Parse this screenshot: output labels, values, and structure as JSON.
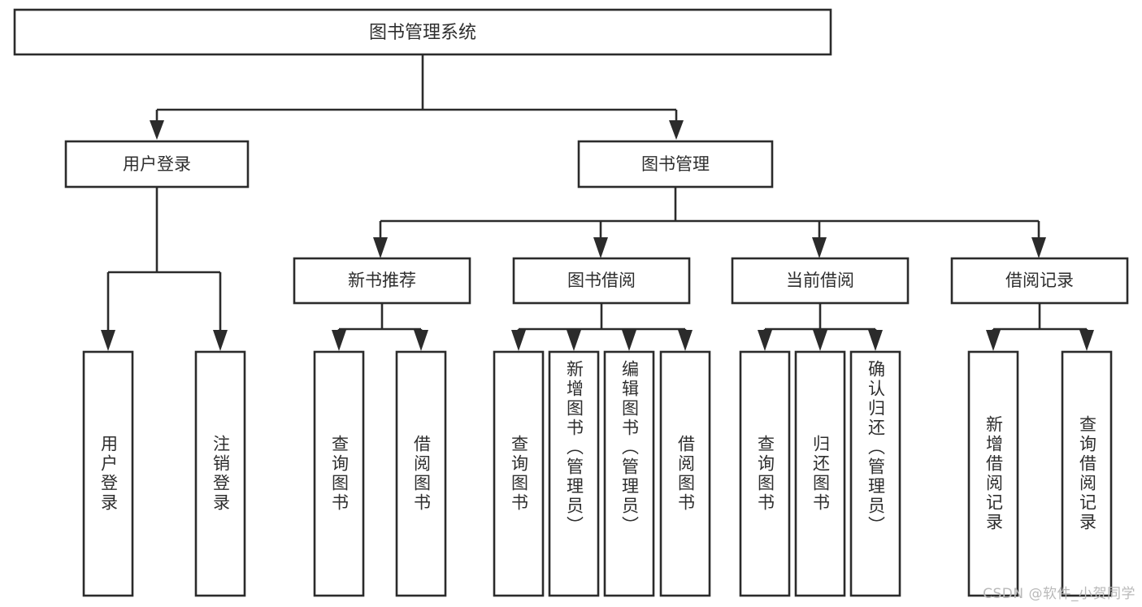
{
  "diagram": {
    "title": "图书管理系统",
    "type": "hierarchy-tree",
    "watermark": "CSDN @软件_小贺同学",
    "colors": {
      "stroke": "#2b2b2b",
      "fill": "#ffffff",
      "text": "#2e2e2e",
      "watermark": "#b9b9b9",
      "background": "#ffffff"
    },
    "root": {
      "id": "root",
      "label": "图书管理系统"
    },
    "level2": [
      {
        "id": "user-login",
        "label": "用户登录"
      },
      {
        "id": "book-management",
        "label": "图书管理"
      }
    ],
    "level3": [
      {
        "id": "new-book-recommend",
        "label": "新书推荐",
        "parent": "book-management"
      },
      {
        "id": "book-borrow",
        "label": "图书借阅",
        "parent": "book-management"
      },
      {
        "id": "current-borrow",
        "label": "当前借阅",
        "parent": "book-management"
      },
      {
        "id": "borrow-record",
        "label": "借阅记录",
        "parent": "book-management"
      }
    ],
    "leaves": [
      {
        "id": "leaf-user-login",
        "label": "用户登录",
        "parent": "user-login"
      },
      {
        "id": "leaf-logout-login",
        "label": "注销登录",
        "parent": "user-login"
      },
      {
        "id": "leaf-query-book-1",
        "label": "查询图书",
        "parent": "new-book-recommend"
      },
      {
        "id": "leaf-borrow-book-1",
        "label": "借阅图书",
        "parent": "new-book-recommend"
      },
      {
        "id": "leaf-query-book-2",
        "label": "查询图书",
        "parent": "book-borrow"
      },
      {
        "id": "leaf-add-book",
        "label": "新增图书（管理员）",
        "parent": "book-borrow"
      },
      {
        "id": "leaf-edit-book",
        "label": "编辑图书（管理员）",
        "parent": "book-borrow"
      },
      {
        "id": "leaf-borrow-book-2",
        "label": "借阅图书",
        "parent": "book-borrow"
      },
      {
        "id": "leaf-query-book-3",
        "label": "查询图书",
        "parent": "current-borrow"
      },
      {
        "id": "leaf-return-book",
        "label": "归还图书",
        "parent": "current-borrow"
      },
      {
        "id": "leaf-confirm-return",
        "label": "确认归还（管理员）",
        "parent": "current-borrow"
      },
      {
        "id": "leaf-add-borrow-record",
        "label": "新增借阅记录",
        "parent": "borrow-record"
      },
      {
        "id": "leaf-query-borrow-record",
        "label": "查询借阅记录",
        "parent": "borrow-record"
      }
    ]
  }
}
